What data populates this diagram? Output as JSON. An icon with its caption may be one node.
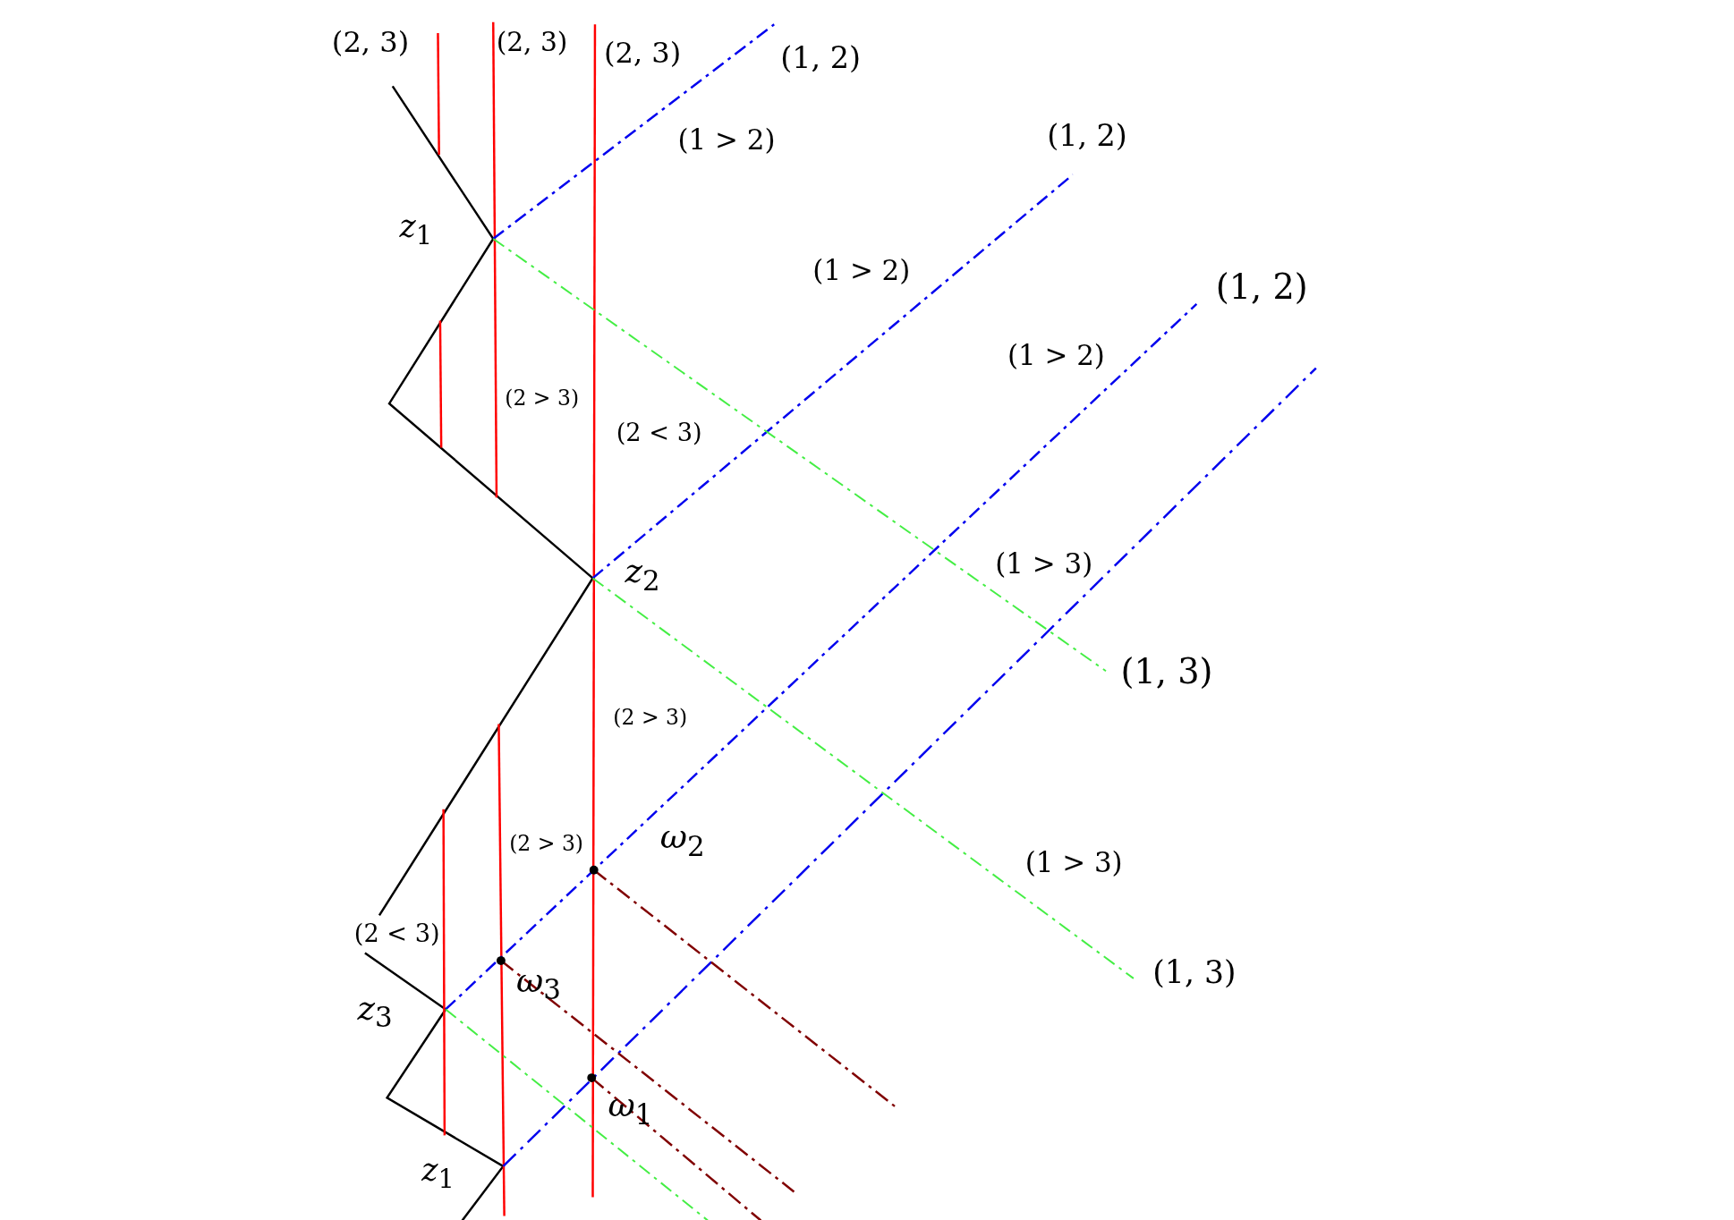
{
  "diagram": {
    "labels": [
      "(2, 3)",
      "(2, 3)",
      "(2, 3)",
      "(1, 2)",
      "(1 > 2)",
      "(1, 2)",
      "*z*$_{1}$",
      "(1 > 2)",
      "(1, 2)",
      "(1 > 2)",
      "(2 > 3)",
      "(2 < 3)",
      "*z*$_{2}$",
      "(1 > 3)",
      "(1, 3)",
      "(2 > 3)",
      "(2 > 3)",
      "*ω*$_{2}$",
      "(1 > 3)",
      "(2 < 3)",
      "(1, 3)",
      "*ω*$_{3}$",
      "*z*$_{3}$",
      "*ω*$_{1}$",
      "*z*$_{1}$"
    ]
  }
}
